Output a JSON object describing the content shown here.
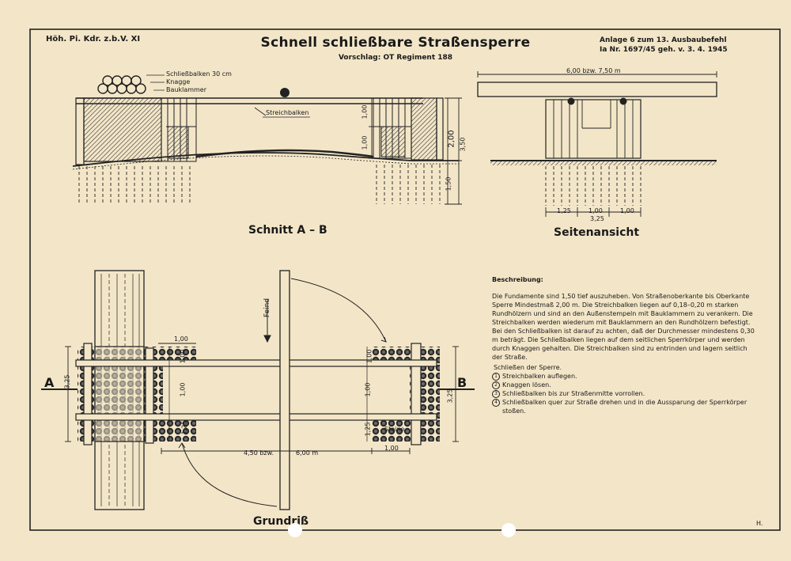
{
  "header": {
    "left": "Höh. Pi. Kdr. z.b.V. XI",
    "title": "Schnell schließbare Straßensperre",
    "subtitle": "Vorschlag: OT Regiment 188",
    "ref_line1": "Anlage 6 zum 13. Ausbaubefehl",
    "ref_line2": "Ia Nr. 1697/45 geh. v. 3. 4. 1945"
  },
  "section_ab": {
    "caption": "Schnitt A – B",
    "label_beam": "Schließbalken 30 cm",
    "label_knagge": "Knagge",
    "label_klammer": "Bauklammer",
    "label_streich": "Streichbalken",
    "dims": [
      "1,00",
      "1,00",
      "2,00",
      "3,50",
      "1,50"
    ]
  },
  "side_view": {
    "caption": "Seitenansicht",
    "top_dim": "6,00 bzw. 7,50 m",
    "bottom_dims": [
      "1,25",
      "1,00",
      "1,00"
    ],
    "total_dim": "3,25"
  },
  "plan": {
    "caption": "Grundriß",
    "feind": "Feind",
    "label_a": "A",
    "label_b": "B",
    "steine": "Steine",
    "dim_span": "4,50 bzw.",
    "dim_span2": "6,00 m",
    "dims_left": [
      "1,00",
      "1,00",
      "1,00",
      "1,25",
      "3,25"
    ],
    "dims_right": [
      "1,00",
      "1,00",
      "1,25",
      "1,00",
      "3,25"
    ]
  },
  "description": {
    "heading": "Beschreibung:",
    "body": "Die Fundamente sind 1,50 tief auszuheben. Von Straßenoberkante bis Oberkante Sperre Mindestmaß 2,00 m. Die Streichbalken liegen auf 0,18–0,20 m starken Rundhölzern und sind an den Außenstempeln mit Bauklammern zu verankern. Die Streichbalken werden wiederum mit Bauklammern an den Rundhölzern befestigt. Bei den Schließbalken ist darauf zu achten, daß der Durchmesser mindestens 0,30 m beträgt. Die Schließbalken liegen auf dem seitlichen Sperrkörper und werden durch Knaggen gehalten. Die Streichbalken sind zu entrinden und lagern seitlich der Straße.",
    "steps_heading": "Schließen der Sperre.",
    "steps": [
      {
        "n": "1",
        "text": "Streichbalken auflegen."
      },
      {
        "n": "2",
        "text": "Knaggen lösen."
      },
      {
        "n": "3",
        "text": "Schließbalken bis zur Straßenmitte vorrollen."
      },
      {
        "n": "4",
        "text": "Schließbalken quer zur Straße drehen und in die Aussparung der Sperrkörper stoßen."
      }
    ]
  },
  "initial": "H."
}
